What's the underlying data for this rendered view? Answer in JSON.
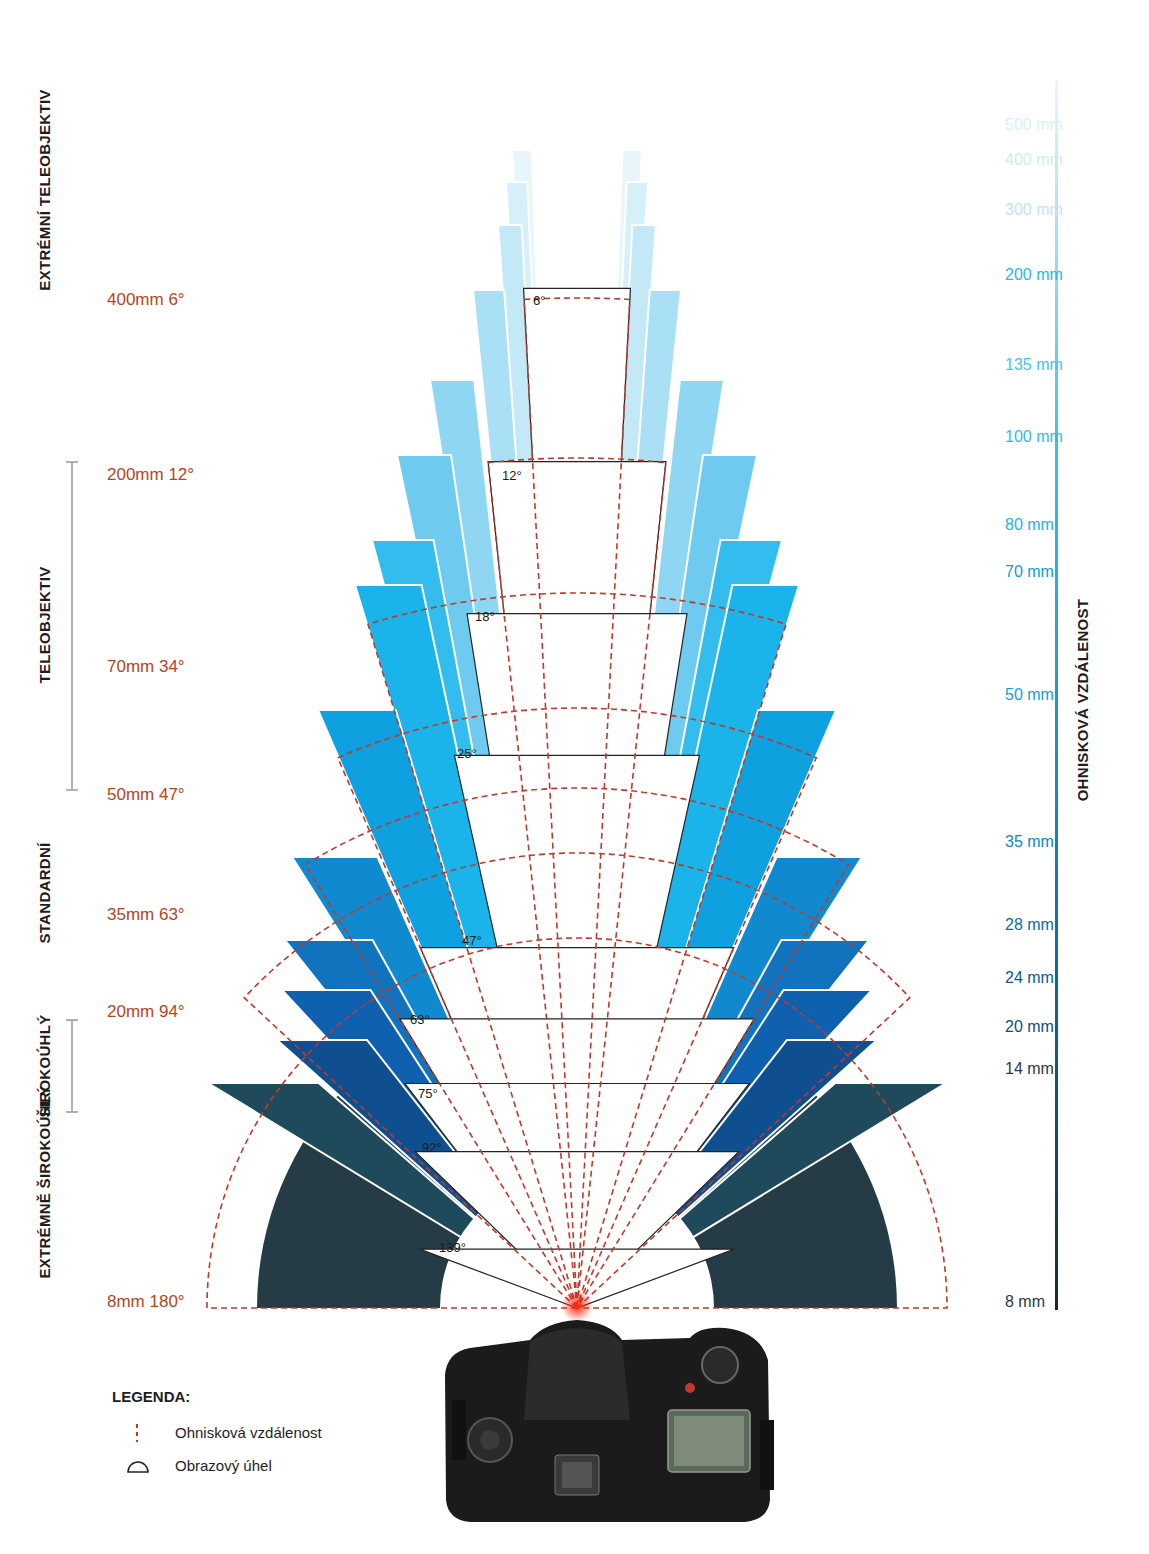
{
  "diagram": {
    "labels": [
      "EXTRÉMNÍ TELEOBJEKTIV",
      "400mm 6°",
      "500 mm",
      "400 mm",
      "300 mm",
      "6°",
      "200 mm",
      "135 mm",
      "100 mm",
      "200mm 12°",
      "12°",
      "80 mm",
      "70 mm",
      "18°",
      "TELEOBJEKTIV",
      "70mm 34°",
      "50 mm",
      "OHNISKOVÁ VZDÁLENOST",
      "25°",
      "50mm 47°",
      "35 mm",
      "STANDARDNÍ",
      "35mm 63°",
      "28 mm",
      "47°",
      "24 mm",
      "20mm 94°",
      "63°",
      "20 mm",
      "ŠIROKOÚHLÝ",
      "14 mm",
      "75°",
      "92°",
      "EXTRÉMNĚ ŠIROKOÚHLÝ",
      "139°",
      "8mm 180°",
      "8 mm",
      "LEGENDA:"
    ],
    "legend": [
      {
        "text": "Ohnisková vzdálenost"
      },
      {
        "text": "Obrazový úhel"
      }
    ]
  }
}
